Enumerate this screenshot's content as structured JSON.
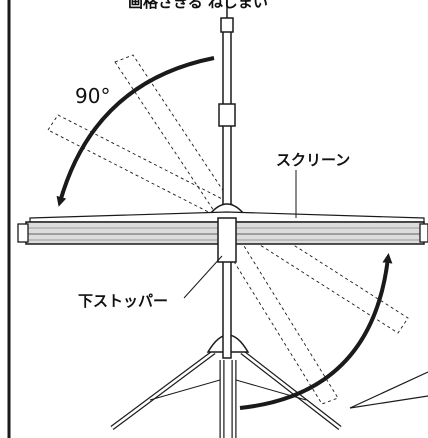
{
  "diagram": {
    "top_text": "画格さきる ねじまい",
    "rotation_angle_label": "90°",
    "screen_label": "スクリーン",
    "stopper_label": "下ストッパー"
  },
  "colors": {
    "line": "#1a1a1a",
    "screen_fill": "#d9d9d9",
    "screen_dark": "#9a9a9a",
    "background": "#ffffff"
  }
}
